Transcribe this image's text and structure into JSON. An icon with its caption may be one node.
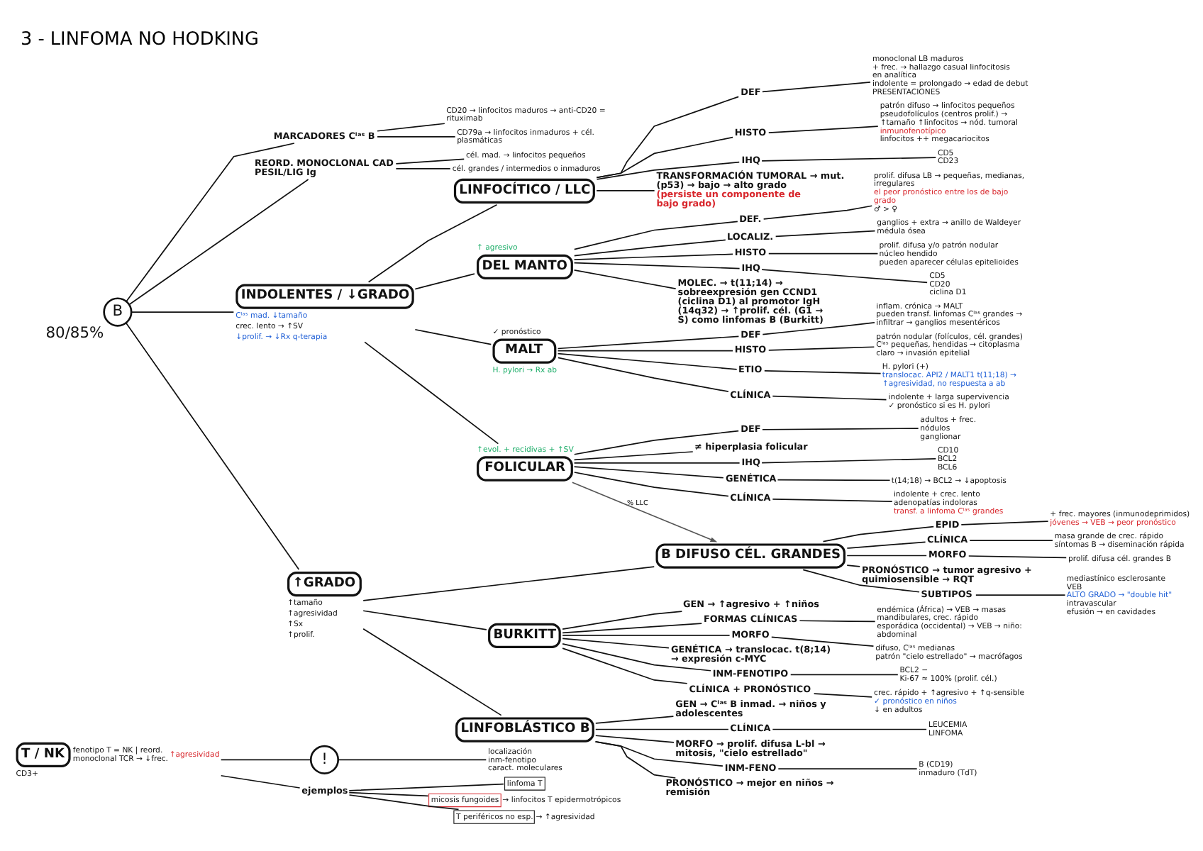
{
  "diagram": {
    "title": "3 - LINFOMA NO HODKING",
    "nodes": [
      {
        "text": [
          "B"
        ],
        "beside": [
          "80/85%"
        ]
      },
      {
        "text": [
          "MARCADORES Cˡᵃˢ B"
        ]
      },
      {
        "text": [
          "CD20 → linfocitos maduros → anti-CD20 = rituximab"
        ]
      },
      {
        "text": [
          "CD79a → linfocitos inmaduros + cél. plasmáticas"
        ]
      },
      {
        "text": [
          "REORD. MONOCLONAL CAD PESIL/LIG Ig"
        ]
      },
      {
        "text": [
          "cél. mad. → linfocitos pequeños"
        ]
      },
      {
        "text": [
          "cél. grandes / intermedios o inmaduros"
        ]
      },
      {
        "text": [
          "INDOLENTES / ↓GRADO"
        ],
        "beside": [
          "Cˡᵃˢ mad. ↓tamaño",
          "crec. lento → ↑SV",
          "↓prolif. → ↓Rx q-terapia"
        ]
      },
      {
        "text": [
          "↑GRADO"
        ],
        "beside": [
          "↑tamaño",
          "↑agresividad",
          "↑Sx",
          "↑prolif."
        ]
      },
      {
        "text": [
          "LINFOCÍTICO / LLC"
        ]
      },
      {
        "text": [
          "DEF"
        ]
      },
      {
        "text": [
          "monoclonal LB maduros",
          "+ frec. → hallazgo casual linfocitosis en analítica",
          "indolente = prolongado → edad de debut",
          "PRESENTACIONES"
        ]
      },
      {
        "text": [
          "HISTO"
        ]
      },
      {
        "text": [
          "patrón difuso → linfocitos pequeños",
          "pseudofolículos (centros prolif.) → ↑tamaño ↑linfocitos → nód. tumoral",
          "inmunofenotípico",
          "linfocitos ++ megacariocitos"
        ]
      },
      {
        "text": [
          "IHQ"
        ]
      },
      {
        "text": [
          "CD5",
          "CD23"
        ]
      },
      {
        "text": [
          "TRANSFORMACIÓN TUMORAL → mut. (p53) → bajo → alto grado",
          "(persiste un componente de bajo grado)"
        ]
      },
      {
        "text": [
          "DEL MANTO"
        ],
        "beside": [
          "↑ agresivo"
        ]
      },
      {
        "text": [
          "DEF."
        ]
      },
      {
        "text": [
          "prolif. difusa LB → pequeñas, medianas, irregulares",
          "el peor pronóstico entre los de bajo grado",
          "♂ > ♀"
        ]
      },
      {
        "text": [
          "LOCALIZ."
        ]
      },
      {
        "text": [
          "ganglios + extra → anillo de Waldeyer",
          "médula ósea"
        ]
      },
      {
        "text": [
          "HISTO"
        ]
      },
      {
        "text": [
          "prolif. difusa y/o patrón nodular",
          "núcleo hendido",
          "pueden aparecer células epitelioides"
        ]
      },
      {
        "text": [
          "IHQ"
        ]
      },
      {
        "text": [
          "CD5",
          "CD20",
          "ciclina D1"
        ]
      },
      {
        "text": [
          "MOLEC. → t(11;14) → sobreexpresión gen CCND1 (ciclina D1) al promotor IgH (14q32) → ↑prolif. cél. (G1 → S) como linfomas B (Burkitt)"
        ]
      },
      {
        "text": [
          "MALT"
        ],
        "beside": [
          "✓ pronóstico",
          "H. pylori → Rx ab"
        ]
      },
      {
        "text": [
          "DEF"
        ]
      },
      {
        "text": [
          "inflam. crónica → MALT",
          "pueden transf. linfomas Cˡᵃˢ grandes → infiltrar → ganglios mesentéricos"
        ]
      },
      {
        "text": [
          "HISTO"
        ]
      },
      {
        "text": [
          "patrón nodular (folículos, cél. grandes)",
          "Cˡᵃˢ pequeñas, hendidas → citoplasma claro → invasión epitelial"
        ]
      },
      {
        "text": [
          "ETIO"
        ]
      },
      {
        "text": [
          "H. pylori (+)",
          "translocac. API2 / MALT1 t(11;18) → ↑agresividad, no respuesta a ab"
        ]
      },
      {
        "text": [
          "CLÍNICA"
        ]
      },
      {
        "text": [
          "indolente + larga supervivencia",
          "✓ pronóstico si es H. pylori"
        ]
      },
      {
        "text": [
          "FOLICULAR"
        ],
        "beside": [
          "↑evol. + recidivas + ↑SV"
        ]
      },
      {
        "text": [
          "DEF"
        ]
      },
      {
        "text": [
          "adultos + frec.",
          "nódulos",
          "ganglionar"
        ]
      },
      {
        "text": [
          "≠ hiperplasia folicular"
        ]
      },
      {
        "text": [
          "IHQ"
        ]
      },
      {
        "text": [
          "CD10",
          "BCL2",
          "BCL6"
        ]
      },
      {
        "text": [
          "GENÉTICA"
        ]
      },
      {
        "text": [
          "t(14;18) → BCL2 → ↓apoptosis"
        ]
      },
      {
        "text": [
          "CLÍNICA"
        ]
      },
      {
        "text": [
          "indolente + crec. lento",
          "adenopatías indoloras",
          "transf. a linfoma Cˡᵃˢ grandes"
        ]
      },
      {
        "text": [
          "B DIFUSO CÉL. GRANDES"
        ]
      },
      {
        "text": [
          "EPID"
        ]
      },
      {
        "text": [
          "+ frec. mayores (inmunodeprimidos)",
          "jóvenes → VEB → peor pronóstico"
        ]
      },
      {
        "text": [
          "CLÍNICA"
        ]
      },
      {
        "text": [
          "masa grande de crec. rápido",
          "síntomas B → diseminación rápida"
        ]
      },
      {
        "text": [
          "MORFO"
        ]
      },
      {
        "text": [
          "prolif. difusa cél. grandes B"
        ]
      },
      {
        "text": [
          "PRONÓSTICO → tumor agresivo + quimiosensible → RQT"
        ]
      },
      {
        "text": [
          "SUBTIPOS"
        ]
      },
      {
        "text": [
          "mediastínico esclerosante",
          "VEB",
          "ALTO GRADO → \"double hit\"",
          "intravascular",
          "efusión → en cavidades"
        ]
      },
      {
        "text": [
          "BURKITT"
        ]
      },
      {
        "text": [
          "GEN → ↑agresivo + ↑niños"
        ]
      },
      {
        "text": [
          "FORMAS CLÍNICAS"
        ]
      },
      {
        "text": [
          "endémica (África) → VEB → masas mandibulares, crec. rápido",
          "esporádica (occidental) → VEB → niño: abdominal"
        ]
      },
      {
        "text": [
          "MORFO"
        ]
      },
      {
        "text": [
          "difuso, Cˡᵃˢ medianas",
          "patrón \"cielo estrellado\" → macrófagos"
        ]
      },
      {
        "text": [
          "GENÉTICA → translocac. t(8;14) → expresión c-MYC"
        ]
      },
      {
        "text": [
          "INM-FENOTIPO"
        ]
      },
      {
        "text": [
          "BCL2 −",
          "Ki-67 ≈ 100% (prolif. cél.)"
        ]
      },
      {
        "text": [
          "CLÍNICA + PRONÓSTICO"
        ]
      },
      {
        "text": [
          "crec. rápido + ↑agresivo + ↑q-sensible",
          "✓ pronóstico en niños",
          "↓ en adultos"
        ]
      },
      {
        "text": [
          "LINFOBLÁSTICO B"
        ]
      },
      {
        "text": [
          "GEN → Cˡᵃˢ B inmad. → niños y adolescentes"
        ]
      },
      {
        "text": [
          "CLÍNICA"
        ]
      },
      {
        "text": [
          "LEUCEMIA",
          "LINFOMA"
        ]
      },
      {
        "text": [
          "MORFO → prolif. difusa L-bl → mitosis, \"cielo estrellado\""
        ]
      },
      {
        "text": [
          "INM-FENO"
        ]
      },
      {
        "text": [
          "B (CD19)",
          "inmaduro (TdT)"
        ]
      },
      {
        "text": [
          "PRONÓSTICO → mejor en niños → remisión"
        ]
      },
      {
        "text": [
          "T / NK"
        ],
        "beside": [
          "fenotipo T = NK | reord. monoclonal TCR → ↓frec.",
          "↑agresividad",
          "CD3+"
        ]
      },
      {
        "text": [
          "!"
        ]
      },
      {
        "text": [
          "localización",
          "inm-fenotipo",
          "caract. moleculares"
        ]
      },
      {
        "text": [
          "ejemplos"
        ]
      },
      {
        "text": [
          "linfoma T"
        ]
      },
      {
        "text": [
          "micosis fungoides"
        ],
        "beside": [
          "→ linfocitos T epidermotrópicos"
        ]
      },
      {
        "text": [
          "T periféricos no esp."
        ],
        "beside": [
          "→ ↑agresividad"
        ]
      }
    ],
    "edges": [
      {
        "from": 0,
        "to": 1,
        "arrow": "none"
      },
      {
        "from": 0,
        "to": 4,
        "arrow": "none"
      },
      {
        "from": 1,
        "to": 2,
        "arrow": "none"
      },
      {
        "from": 1,
        "to": 3,
        "arrow": "none"
      },
      {
        "from": 4,
        "to": 5,
        "arrow": "none"
      },
      {
        "from": 4,
        "to": 6,
        "arrow": "none"
      },
      {
        "from": 0,
        "to": 7,
        "arrow": "none"
      },
      {
        "from": 0,
        "to": 8,
        "arrow": "none"
      },
      {
        "from": 7,
        "to": 9,
        "arrow": "none"
      },
      {
        "from": 7,
        "to": 17,
        "arrow": "none"
      },
      {
        "from": 7,
        "to": 27,
        "arrow": "none"
      },
      {
        "from": 7,
        "to": 36,
        "arrow": "none"
      },
      {
        "from": 9,
        "to": 10,
        "arrow": "none"
      },
      {
        "from": 10,
        "to": 11,
        "arrow": "none"
      },
      {
        "from": 9,
        "to": 12,
        "arrow": "none"
      },
      {
        "from": 12,
        "to": 13,
        "arrow": "none"
      },
      {
        "from": 9,
        "to": 14,
        "arrow": "none"
      },
      {
        "from": 14,
        "to": 15,
        "arrow": "none"
      },
      {
        "from": 9,
        "to": 16,
        "arrow": "none"
      },
      {
        "from": 17,
        "to": 18,
        "arrow": "none"
      },
      {
        "from": 18,
        "to": 19,
        "arrow": "none"
      },
      {
        "from": 17,
        "to": 20,
        "arrow": "none"
      },
      {
        "from": 20,
        "to": 21,
        "arrow": "none"
      },
      {
        "from": 17,
        "to": 22,
        "arrow": "none"
      },
      {
        "from": 22,
        "to": 23,
        "arrow": "none"
      },
      {
        "from": 17,
        "to": 24,
        "arrow": "none"
      },
      {
        "from": 24,
        "to": 25,
        "arrow": "none"
      },
      {
        "from": 17,
        "to": 26,
        "arrow": "none"
      },
      {
        "from": 27,
        "to": 28,
        "arrow": "none"
      },
      {
        "from": 28,
        "to": 29,
        "arrow": "none"
      },
      {
        "from": 27,
        "to": 30,
        "arrow": "none"
      },
      {
        "from": 30,
        "to": 31,
        "arrow": "none"
      },
      {
        "from": 27,
        "to": 32,
        "arrow": "none"
      },
      {
        "from": 32,
        "to": 33,
        "arrow": "none"
      },
      {
        "from": 27,
        "to": 34,
        "arrow": "none"
      },
      {
        "from": 34,
        "to": 35,
        "arrow": "none"
      },
      {
        "from": 36,
        "to": 37,
        "arrow": "none"
      },
      {
        "from": 37,
        "to": 38,
        "arrow": "none"
      },
      {
        "from": 36,
        "to": 39,
        "arrow": "none"
      },
      {
        "from": 36,
        "to": 40,
        "arrow": "none"
      },
      {
        "from": 40,
        "to": 41,
        "arrow": "none"
      },
      {
        "from": 36,
        "to": 42,
        "arrow": "none"
      },
      {
        "from": 42,
        "to": 43,
        "arrow": "none"
      },
      {
        "from": 36,
        "to": 44,
        "arrow": "none"
      },
      {
        "from": 44,
        "to": 45,
        "arrow": "none"
      },
      {
        "from": 36,
        "to": 46,
        "arrow": "to",
        "label": "% LLC",
        "color": "#555555"
      },
      {
        "from": 8,
        "to": 46,
        "arrow": "none"
      },
      {
        "from": 8,
        "to": 56,
        "arrow": "none"
      },
      {
        "from": 8,
        "to": 67,
        "arrow": "none"
      },
      {
        "from": 46,
        "to": 47,
        "arrow": "none"
      },
      {
        "from": 47,
        "to": 48,
        "arrow": "none"
      },
      {
        "from": 46,
        "to": 49,
        "arrow": "none"
      },
      {
        "from": 49,
        "to": 50,
        "arrow": "none"
      },
      {
        "from": 46,
        "to": 51,
        "arrow": "none"
      },
      {
        "from": 51,
        "to": 52,
        "arrow": "none"
      },
      {
        "from": 46,
        "to": 53,
        "arrow": "none"
      },
      {
        "from": 46,
        "to": 54,
        "arrow": "none"
      },
      {
        "from": 54,
        "to": 55,
        "arrow": "none"
      },
      {
        "from": 56,
        "to": 57,
        "arrow": "none"
      },
      {
        "from": 56,
        "to": 58,
        "arrow": "none"
      },
      {
        "from": 58,
        "to": 59,
        "arrow": "none"
      },
      {
        "from": 56,
        "to": 60,
        "arrow": "none"
      },
      {
        "from": 60,
        "to": 61,
        "arrow": "none"
      },
      {
        "from": 56,
        "to": 62,
        "arrow": "none"
      },
      {
        "from": 56,
        "to": 63,
        "arrow": "none"
      },
      {
        "from": 63,
        "to": 64,
        "arrow": "none"
      },
      {
        "from": 56,
        "to": 65,
        "arrow": "none"
      },
      {
        "from": 65,
        "to": 66,
        "arrow": "none"
      },
      {
        "from": 67,
        "to": 68,
        "arrow": "none"
      },
      {
        "from": 67,
        "to": 69,
        "arrow": "none"
      },
      {
        "from": 69,
        "to": 70,
        "arrow": "none"
      },
      {
        "from": 67,
        "to": 71,
        "arrow": "none"
      },
      {
        "from": 67,
        "to": 72,
        "arrow": "none"
      },
      {
        "from": 72,
        "to": 73,
        "arrow": "none"
      },
      {
        "from": 67,
        "to": 74,
        "arrow": "none"
      },
      {
        "from": 75,
        "to": 76,
        "arrow": "none"
      },
      {
        "from": 76,
        "to": 77,
        "arrow": "none"
      },
      {
        "from": 75,
        "to": 78,
        "arrow": "none"
      },
      {
        "from": 78,
        "to": 79,
        "arrow": "none"
      },
      {
        "from": 78,
        "to": 80,
        "arrow": "none"
      },
      {
        "from": 78,
        "to": 81,
        "arrow": "none"
      }
    ]
  }
}
